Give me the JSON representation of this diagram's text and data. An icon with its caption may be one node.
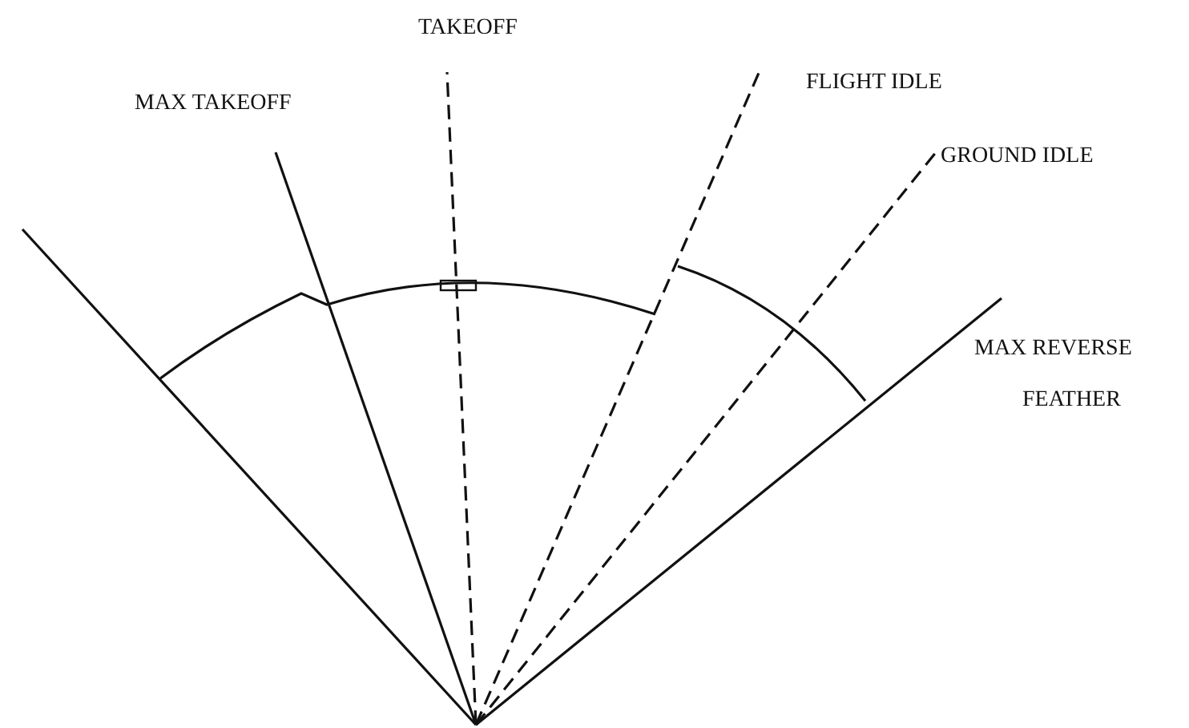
{
  "diagram": {
    "labels": [
      "TAKEOFF",
      "MAX TAKEOFF",
      "FLIGHT IDLE",
      "GROUND IDLE",
      "MAX REVERSE",
      "FEATHER"
    ]
  }
}
